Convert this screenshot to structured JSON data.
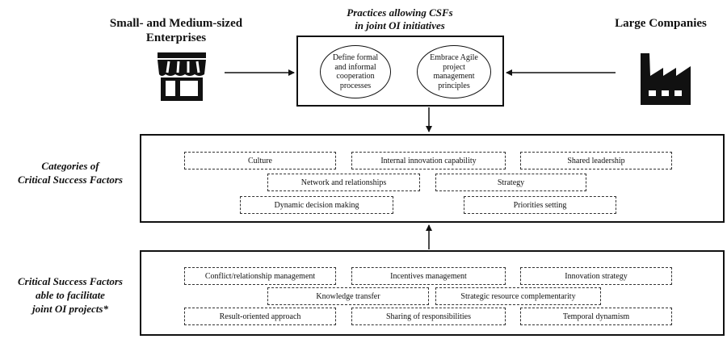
{
  "headers": {
    "sme": "Small- and Medium-sized Enterprises",
    "practices_line1": "Practices allowing CSFs",
    "practices_line2": "in joint OI initiatives",
    "large": "Large Companies"
  },
  "practices": [
    "Define formal and informal cooperation processes",
    "Embrace Agile project management principles"
  ],
  "categories": {
    "label_line1": "Categories of",
    "label_line2": "Critical Success Factors",
    "items": [
      "Culture",
      "Internal innovation capability",
      "Shared leadership",
      "Network and relationships",
      "Strategy",
      "Dynamic decision making",
      "Priorities setting"
    ]
  },
  "csfs": {
    "label_line1": "Critical Success Factors",
    "label_line2": "able to facilitate",
    "label_line3": "joint OI projects*",
    "items": [
      "Conflict/relationship management",
      "Incentives management",
      "Innovation strategy",
      "Knowledge transfer",
      "Strategic resource complementarity",
      "Result-oriented approach",
      "Sharing of responsibilities",
      "Temporal dynamism"
    ]
  },
  "icons": {
    "left": "storefront-icon",
    "right": "factory-icon"
  }
}
